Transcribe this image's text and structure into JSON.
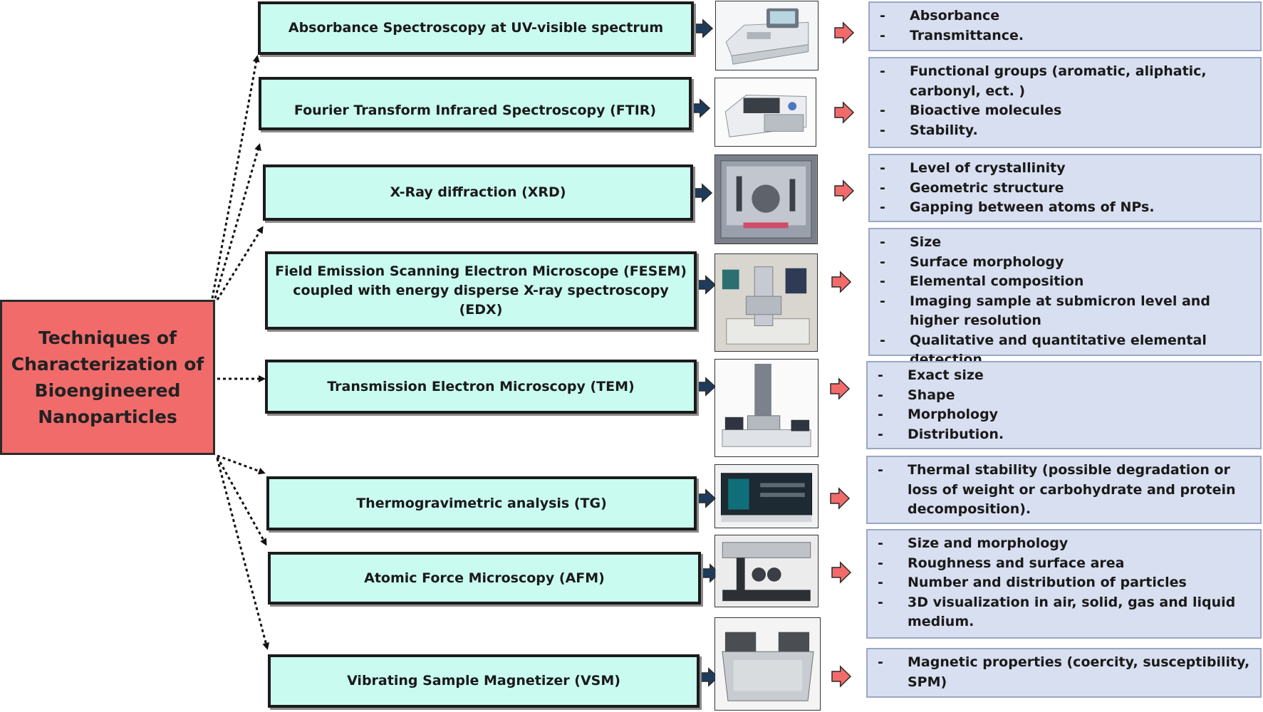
{
  "root": {
    "lines": [
      "Techniques of",
      "Characterization of",
      "Bioengineered",
      "Nanoparticles"
    ]
  },
  "techniques": [
    {
      "label": "Absorbance Spectroscopy at UV-visible spectrum",
      "photo_icon": "uv-vis-spectrophotometer-icon",
      "results": [
        "Absorbance",
        "Transmittance."
      ]
    },
    {
      "label": "Fourier Transform Infrared Spectroscopy (FTIR)",
      "photo_icon": "ftir-spectrometer-icon",
      "results": [
        "Functional groups (aromatic, aliphatic, carbonyl, ect. )",
        "Bioactive molecules",
        "Stability."
      ]
    },
    {
      "label": "X-Ray diffraction (XRD)",
      "photo_icon": "xrd-diffractometer-icon",
      "results": [
        "Level of crystallinity",
        "Geometric structure",
        "Gapping between atoms of NPs."
      ]
    },
    {
      "label": "Field Emission Scanning Electron Microscope (FESEM) coupled with energy disperse X-ray spectroscopy (EDX)",
      "photo_icon": "fesem-microscope-icon",
      "results": [
        "Size",
        "Surface morphology",
        "Elemental composition",
        "Imaging sample at submicron level and higher resolution",
        "Qualitative and quantitative elemental detection."
      ]
    },
    {
      "label": "Transmission Electron Microscopy (TEM)",
      "photo_icon": "tem-microscope-icon",
      "results": [
        "Exact size",
        "Shape",
        "Morphology",
        "Distribution."
      ]
    },
    {
      "label": "Thermogravimetric analysis (TG)",
      "photo_icon": "thermogravimetric-analyzer-icon",
      "results": [
        "Thermal stability (possible degradation or loss of weight or carbohydrate and protein decomposition)."
      ]
    },
    {
      "label": "Atomic Force Microscopy (AFM)",
      "photo_icon": "afm-microscope-icon",
      "results": [
        "Size and morphology",
        "Roughness and surface area",
        "Number and distribution of particles",
        "3D visualization in air, solid, gas and liquid medium."
      ]
    },
    {
      "label": "Vibrating Sample Magnetizer (VSM)",
      "photo_icon": "vsm-magnetometer-icon",
      "results": [
        "Magnetic properties (coercity, susceptibility, SPM)"
      ]
    }
  ],
  "colors": {
    "root_fill": "#f26b6b",
    "technique_fill": "#c9fbf1",
    "result_fill": "#d8dff0",
    "arrow_fill": "#f26b6b",
    "connector_fill": "#1f3b5c"
  }
}
